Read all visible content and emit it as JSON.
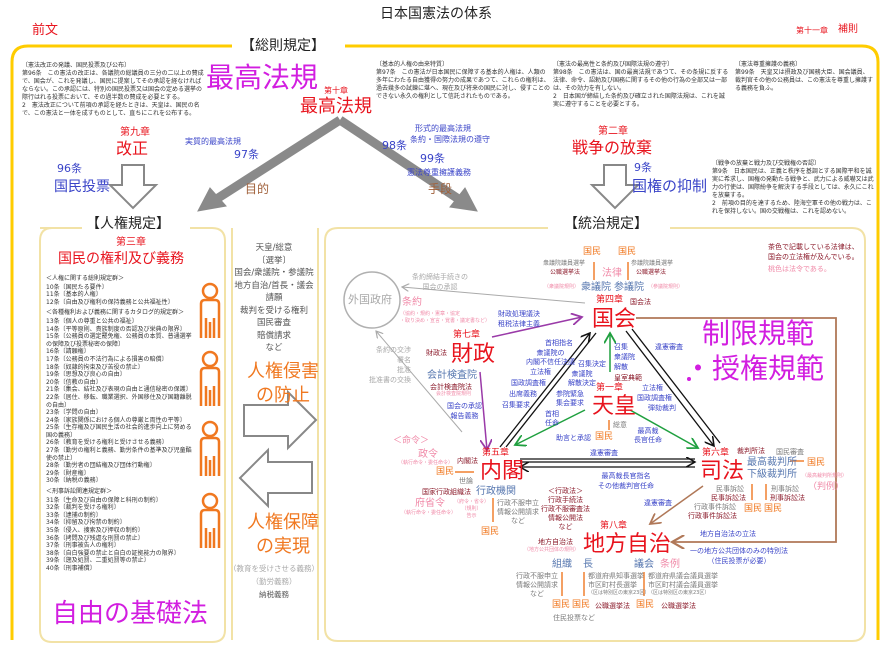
{
  "title": "日本国憲法の体系",
  "preamble": "前文",
  "supplementary": {
    "chapter": "第十一章",
    "label": "補則"
  },
  "general": {
    "heading": "【総則規定】",
    "supreme_big": "最高法規",
    "ch10": "第十章",
    "ch10_title": "最高法規",
    "ch9": "第九章",
    "ch9_title": "改正",
    "art96_num": "96条",
    "art96_label": "国民投票",
    "substantive": "実質的最高法規",
    "art97_num": "97条",
    "formal": "形式的最高法規",
    "treaty_obs": "条約・国際法規の遵守",
    "art98_num": "98条",
    "art99_num": "99条",
    "respect_duty": "憲法尊重擁護義務",
    "purpose": "目的",
    "means": "手段",
    "ch2": "第二章",
    "ch2_title": "戦争の放棄",
    "art9_num": "9条",
    "art9_label": "国権の抑制",
    "articles": {
      "a96": {
        "head": "〔憲法改正の発議、国民投票及び公布〕",
        "body": "第96条　この憲法の改正は、各議院の総議員の三分の二以上の賛成で、国会が、これを発議し、国民に提案してその承認を経なければならない。この承認には、特別の国民投票又は国会の定める選挙の際行はれる投票において、その過半数の賛成を必要とする。\n2　憲法改正について前項の承認を経たときは、天皇は、国民の名で、この憲法と一体を成すものとして、直ちにこれを公布する。"
      },
      "a97": {
        "head": "〔基本的人権の由来特質〕",
        "body": "第97条　この憲法が日本国民に保障する基本的人権は、人類の多年にわたる自由獲得の努力の成果であつて、これらの権利は、過去幾多の試錬に堪へ、現在及び将来の国民に対し、侵すことのできない永久の権利として信託されたものである。"
      },
      "a98": {
        "head": "〔憲法の最高性と条約及び国際法規の遵守〕",
        "body": "第98条　この憲法は、国の最高法規であつて、その条規に反する法律、命令、詔勅及び国務に関するその他の行為の全部又は一部は、その効力を有しない。\n2　日本国が締結した条約及び確立された国際法規は、これを誠実に遵守することを必要とする。"
      },
      "a99": {
        "head": "〔憲法尊重擁護の義務〕",
        "body": "第99条　天皇又は摂政及び国務大臣、国会議員、裁判官その他の公務員は、この憲法を尊重し擁護する義務を負ふ。"
      },
      "a9": {
        "head": "〔戦争の放棄と戦力及び交戦権の否認〕",
        "body": "第9条　日本国民は、正義と秩序を基調とする国際平和を誠実に希求し、国権の発動たる戦争と、武力による威嚇又は武力の行使は、国際紛争を解決する手段としては、永久にこれを放棄する。\n2　前項の目的を達するため、陸海空軍その他の戦力は、これを保持しない。国の交戦権は、これを認めない。"
      }
    }
  },
  "rights": {
    "heading": "【人権規定】",
    "ch3": "第三章",
    "ch3_title": "国民の権利及び義務",
    "foundation": "自由の基礎法",
    "groups": [
      {
        "header": "＜人権に関する総則規定群＞",
        "items": [
          "10条〔国民たる要件〕",
          "11条〔基本的人権〕",
          "12条〔自由及び権利の保持義務と公共福祉性〕"
        ]
      },
      {
        "header": "＜各種権利および義務に関するカタログ的規定群＞",
        "items": [
          "13条〔個人の尊重と公共の福祉〕",
          "14条〔平等原則、貴族制度の否認及び栄典の限界〕",
          "15条〔公務員の選定罷免権、公務員の本質、普通選挙の保障及び投票秘密の保障〕",
          "16条〔請願権〕",
          "17条〔公務員の不法行為による損害の賠償〕",
          "18条〔奴隷的拘束及び苦役の禁止〕",
          "19条〔思想及び良心の自由〕",
          "20条〔信教の自由〕",
          "21条〔集会、結社及び表現の自由と通信秘密の保護〕",
          "22条〔居住、移転、職業選択、外国移住及び国籍離脱の自由〕",
          "23条〔学問の自由〕",
          "24条〔家族関係における個人の尊厳と両性の平等〕",
          "25条〔生存権及び国民生活の社会的進歩向上に努める国の義務〕",
          "26条〔教育を受ける権利と受けさせる義務〕",
          "27条〔勤労の権利と義務、勤労条件の基準及び児童酷使の禁止〕",
          "28条〔勤労者の団結権及び団体行動権〕",
          "29条〔財産権〕",
          "30条〔納税の義務〕"
        ]
      },
      {
        "header": "＜刑事訴訟関連規定群＞",
        "items": [
          "31条〔生命及び自由の保障と科刑の制約〕",
          "32条〔裁判を受ける権利〕",
          "33条〔逮捕の制約〕",
          "34条〔抑留及び拘禁の制約〕",
          "35条〔侵入、捜索及び押収の制約〕",
          "36条〔拷問及び残虐な刑罰の禁止〕",
          "37条〔刑事被告人の権利〕",
          "38条〔自白強要の禁止と自白の証拠能力の限界〕",
          "39条〔遡及処罰、二重処罰等の禁止〕",
          "40条〔刑事補償〕"
        ]
      }
    ]
  },
  "middle": {
    "lines": [
      "天皇/総意",
      "〔選挙〕",
      "国会/衆議院・参議院",
      "地方自治/首長・議会",
      "請願",
      "裁判を受ける権利",
      "国民審査",
      "賠償請求",
      "など"
    ],
    "prevent": [
      "人権侵害",
      "の防止"
    ],
    "realize": [
      "人権保障",
      "の実現"
    ],
    "duties": [
      "（教育を受けさせる義務）",
      "（勤労義務）",
      "納税義務"
    ]
  },
  "governance": {
    "heading": "【統治規定】",
    "note_brown": [
      "茶色で記載している法律は、",
      "国会の立法権が及んでいる。"
    ],
    "note_pink": "桃色は法令である。",
    "limit": [
      "制限規範",
      "・授権規範"
    ],
    "foreign": {
      "name": "外国政府",
      "approval": [
        "条約締結手続きの",
        "国会の承認"
      ],
      "treaty": "条約",
      "treaty_types": [
        "（協約・規約・憲章・協定",
        "・取り決め・宣言・覚書・議定書など）"
      ],
      "process": [
        "条約の交渉",
        "署名",
        "批准",
        "批准書の交換"
      ]
    },
    "diet": {
      "ch": "第四章",
      "name": "国会",
      "law": "国会法",
      "people1": "国民",
      "people2": "国民",
      "elect_lower": "衆議院議員選挙",
      "elect_upper": "参議院議員選挙",
      "pel1": "公職選挙法",
      "pel2": "公職選挙法",
      "statute": "法律",
      "lower": "衆議院",
      "upper": "参議院",
      "lower_rules": "（衆議院規則）",
      "upper_rules": "（参議院規則）"
    },
    "emperor": {
      "ch": "第一章",
      "name": "天皇",
      "law": "皇室典範",
      "consensus": "総意",
      "people": "国民",
      "convoke": [
        "召集",
        "衆議院",
        "解散"
      ]
    },
    "finance": {
      "ch": "第七章",
      "name": "財政",
      "law": "財政法",
      "audit": "会計検査院",
      "audit_law": "会計検査院法",
      "audit_rules": "会計検査院規則",
      "diet_rel": [
        "財政処理議決",
        "租税法律主義"
      ],
      "report": [
        "国会の承認",
        "報告義務"
      ]
    },
    "cabinet": {
      "ch": "第五章",
      "name": "内閣",
      "law": "内閣法",
      "orders": "＜命令＞",
      "cabinet_order": "政令",
      "exec_order": "（執行命令・委任命令）",
      "ministry_order": "府省令",
      "exec_order2": "（執行命令・委任命令）",
      "order_kinds": [
        "（府令・省令）",
        "（規則）",
        "告示"
      ],
      "people": "国民",
      "opinion": "世論",
      "agencies": "行政機関",
      "org_law": "国家行政組織法",
      "appeal": [
        "行政不服申立",
        "情報公開請求",
        "など"
      ],
      "people2": "国民",
      "admin_law": [
        "＜行政法＞",
        "行政手続法",
        "行政不服審査法",
        "情報公開法",
        "など"
      ]
    },
    "diet_to_cabinet": [
      "首相指名",
      "衆議院の",
      "内閣不信任決議",
      "立法権",
      "国政調査権",
      "出席義務",
      "召集要求"
    ],
    "emperor_diet": [
      "召集決定",
      "衆議院",
      "解散決定",
      "参院緊急",
      "集会要求"
    ],
    "emperor_cabinet": [
      "首相",
      "任命",
      "助言と承認"
    ],
    "diet_judiciary": [
      "違憲審査",
      "立法権",
      "国政調査権",
      "弾劾裁判"
    ],
    "emperor_judiciary": [
      "最高裁",
      "長官任命"
    ],
    "cabinet_judiciary": [
      "違憲審査",
      "最高裁長官指名",
      "その他裁判官任命"
    ],
    "judiciary": {
      "ch": "第六章",
      "name": "司法",
      "law": "裁判所法",
      "review": "国民審査",
      "people": "国民",
      "supreme": "最高裁判所",
      "lower": "下級裁判所",
      "civil": "民事訴訟",
      "civil_law": "民事訴訟法",
      "criminal": "刑事訴訟",
      "criminal_law": "刑事訴訟法",
      "sc_rules": "（最高裁判所規則）",
      "precedent": "（判例）",
      "admin": "行政事件訴訟",
      "admin_law": "行政事件訴訟法",
      "people2": "国民",
      "people3": "国民",
      "review_local": "違憲審査"
    },
    "local": {
      "ch": "第八章",
      "name": "地方自治",
      "law": "地方自治法",
      "rules": "（地方公共団体の規則）",
      "org": "組織",
      "head": "長",
      "assembly": "議会",
      "ordinance": "条例",
      "appeal": [
        "行政不服申立",
        "情報公開請求",
        "など"
      ],
      "elect_head": [
        "都道府県知事選挙",
        "市区町村長選挙",
        "（区は特別区の東京23区）"
      ],
      "elect_assembly": [
        "都道府県議会議員選挙",
        "市区町村議会議員選挙",
        "（区は特別区の東京23区）"
      ],
      "people1": "国民",
      "people2": "国民",
      "people3": "国民",
      "pel1": "公職選挙法",
      "pel2": "公職選挙法",
      "referendum": "住民投票など",
      "legislate": "地方自治法の立法",
      "special": [
        "一の地方公共団体のみの特別法",
        "（住民投票が必要）"
      ]
    }
  }
}
